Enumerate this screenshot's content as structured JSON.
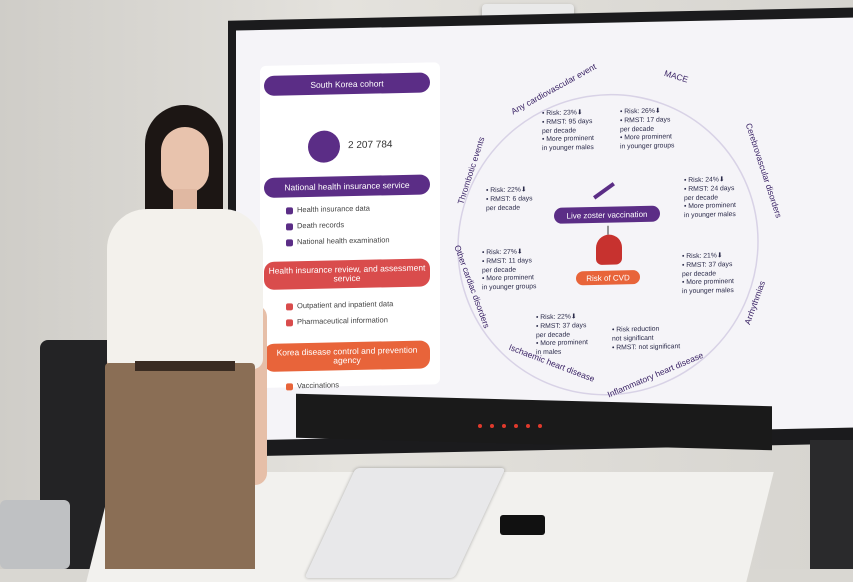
{
  "slide": {
    "cohort_title": "South Korea cohort",
    "cohort_count": "2 207 784",
    "sources": [
      {
        "title": "National health insurance service",
        "items": [
          "Health insurance data",
          "Death records",
          "National health examination"
        ]
      },
      {
        "title": "Health insurance review, and assessment service",
        "items": [
          "Outpatient and inpatient data",
          "Pharmaceutical information"
        ]
      },
      {
        "title": "Korea disease control and prevention agency",
        "items": [
          "Vaccinations"
        ]
      }
    ],
    "center_label": "Live zoster vaccination",
    "outcome_label": "Risk of CVD",
    "ring": {
      "any_cv": "Any cardiovascular event",
      "mace": "MACE",
      "cerebro": "Cerebrovascular disorders",
      "arrhythmias": "Arrhythmias",
      "inflammatory": "Inflammatory heart disease",
      "ischaemic": "Ischaemic heart disease",
      "other_cardiac": "Other cardiac disorders",
      "thrombotic": "Thrombotic events"
    },
    "stats": {
      "any_cv": [
        "• Risk: 23%⬇",
        "• RMST: 95 days",
        "  per decade",
        "• More prominent",
        "  in younger males"
      ],
      "mace": [
        "• Risk: 26%⬇",
        "• RMST: 17 days",
        "  per decade",
        "• More prominent",
        "  in younger groups"
      ],
      "cerebro": [
        "• Risk: 24%⬇",
        "• RMST: 24 days",
        "  per decade",
        "• More prominent",
        "  in younger males"
      ],
      "arrhythmias": [
        "• Risk: 21%⬇",
        "• RMST: 37 days",
        "  per decade",
        "• More prominent",
        "  in younger males"
      ],
      "inflammatory": [
        "• Risk reduction",
        "  not significant",
        "• RMST: not significant"
      ],
      "ischaemic": [
        "• Risk: 22%⬇",
        "• RMST: 37 days",
        "  per decade",
        "• More prominent",
        "  in males"
      ],
      "other_cardiac": [
        "• Risk: 27%⬇",
        "• RMST: 11 days",
        "  per decade",
        "• More prominent",
        "  in younger groups"
      ],
      "thrombotic": [
        "• Risk: 22%⬇",
        "• RMST: 6 days",
        "  per decade"
      ]
    }
  },
  "colors": {
    "purple": "#5b2d86",
    "red": "#d94c4c",
    "orange": "#e8643a"
  }
}
